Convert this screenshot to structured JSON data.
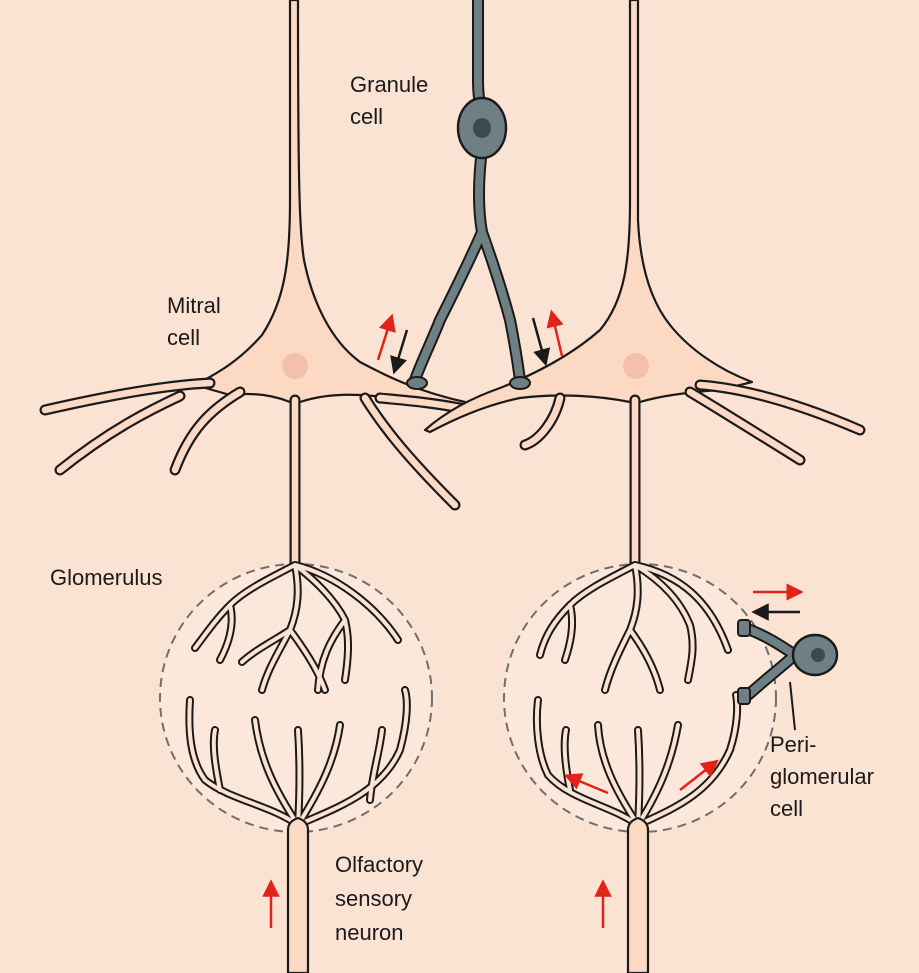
{
  "labels": {
    "granule_cell": [
      "Granule",
      "cell"
    ],
    "mitral_cell": [
      "Mitral",
      "cell"
    ],
    "glomerulus": "Glomerulus",
    "olfactory_sensory_neuron": [
      "Olfactory",
      "sensory",
      "neuron"
    ],
    "periglomerular_cell": [
      "Peri-",
      "glomerular",
      "cell"
    ]
  },
  "colors": {
    "background": "#fbe3d3",
    "mitral_fill": "#fbd9c2",
    "soma_nucleus": "#f2c0ac",
    "interneuron": "#6e8084",
    "interneuron_nucleus": "#3a4b4e",
    "outline": "#1a1a1a",
    "dashed": "#6f6f6f",
    "arrow_red": "#e2231a",
    "arrow_black": "#1a1a1a"
  },
  "arrows": [
    {
      "name": "arrow-mitral-left-out",
      "color": "red",
      "direction": "up"
    },
    {
      "name": "arrow-granule-left-in",
      "color": "black",
      "direction": "down"
    },
    {
      "name": "arrow-granule-right-in",
      "color": "black",
      "direction": "down"
    },
    {
      "name": "arrow-mitral-right-out",
      "color": "red",
      "direction": "up"
    },
    {
      "name": "arrow-osn-left",
      "color": "red",
      "direction": "up"
    },
    {
      "name": "arrow-osn-right",
      "color": "red",
      "direction": "up"
    },
    {
      "name": "arrow-glom-left-spread",
      "color": "red",
      "direction": "up-left"
    },
    {
      "name": "arrow-glom-right-spread",
      "color": "red",
      "direction": "up-right"
    },
    {
      "name": "arrow-periglomerular-out",
      "color": "red",
      "direction": "right"
    },
    {
      "name": "arrow-periglomerular-in",
      "color": "black",
      "direction": "left"
    }
  ]
}
